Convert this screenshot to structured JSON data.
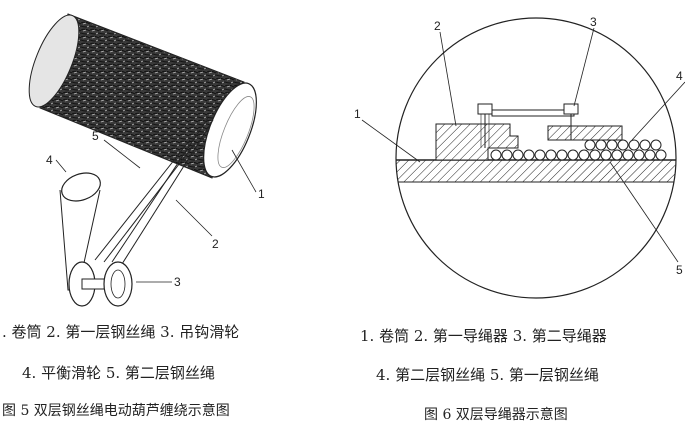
{
  "figure5": {
    "labels": {
      "n1": "1",
      "n2": "2",
      "n3": "3",
      "n4": "4",
      "n5": "5"
    },
    "legend_line1": ". 卷筒  2. 第一层钢丝绳  3. 吊钩滑轮",
    "legend_line2": "4. 平衡滑轮  5. 第二层钢丝绳",
    "caption": "图 5   双层钢丝绳电动葫芦缠绕示意图"
  },
  "figure6": {
    "labels": {
      "n1": "1",
      "n2": "2",
      "n3": "3",
      "n4": "4",
      "n5": "5"
    },
    "legend_line1": "1. 卷筒  2. 第一导绳器  3. 第二导绳器",
    "legend_line2": "4. 第二层钢丝绳  5. 第一层钢丝绳",
    "caption": "图 6   双层导绳器示意图"
  }
}
